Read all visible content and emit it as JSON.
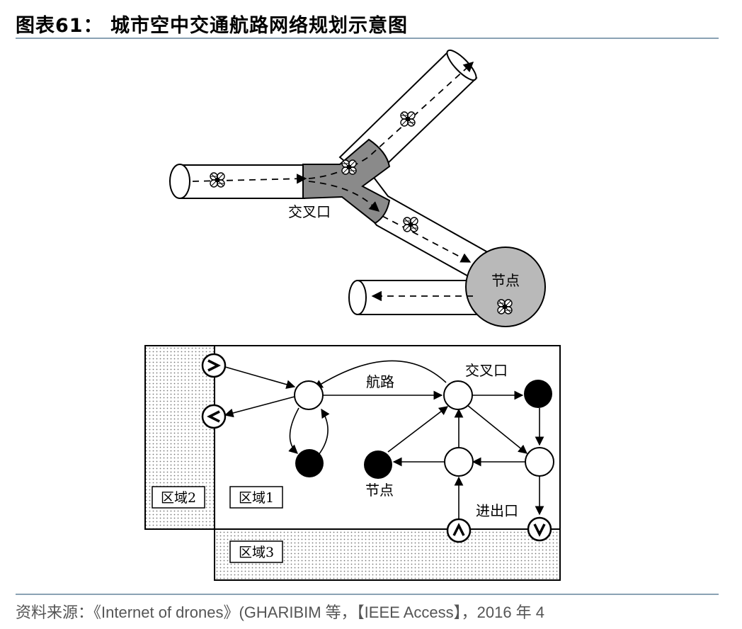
{
  "header": {
    "title": "图表61： 城市空中交通航路网络规划示意图"
  },
  "top_diagram": {
    "intersection_label": "交叉口",
    "node_label": "节点"
  },
  "bottom_diagram": {
    "route_label": "航路",
    "intersection_label": "交叉口",
    "node_label": "节点",
    "entry_exit_label": "进出口",
    "zone1_label": "区域1",
    "zone2_label": "区域2",
    "zone3_label": "区域3"
  },
  "footer": {
    "source": "资料来源：《Internet of drones》(GHARIBIM 等，【IEEE Access】，2016 年 4"
  }
}
